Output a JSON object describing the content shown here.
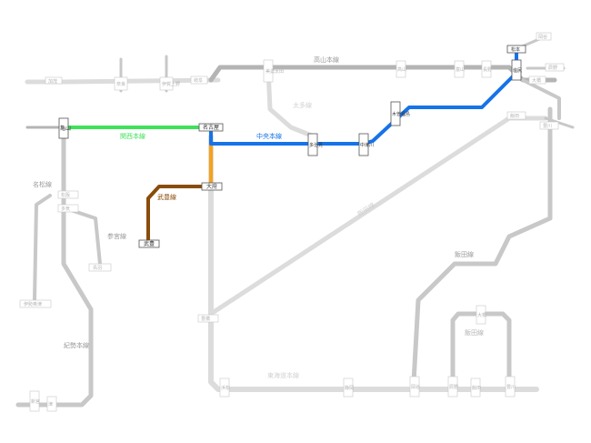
{
  "colors": {
    "highlight_kansai": "#3fe05a",
    "highlight_chuo": "#1673e8",
    "highlight_taketoyo": "#8a4c0b",
    "highlight_kanjo_link": "#f5a31a",
    "base_dark": "#b4b4b4",
    "base_light": "#dcdcdc",
    "station_border_active": "#555555",
    "station_border_inactive": "#c8c8c8"
  },
  "lines": {
    "kansai": "関西本線",
    "chuo": "中央本線",
    "taketoyo": "武豊線",
    "takayama": "高山本線",
    "taita": "太多線",
    "meisho": "名松線",
    "sangu": "参宮線",
    "kisei": "紀勢本線",
    "tokaido": "東海道本線",
    "iida": "飯田線",
    "iida_sub": "飯田線",
    "iino": "飯田線"
  },
  "stations": {
    "kameyama": "亀山",
    "nagoya": "名古屋",
    "ofu": "大府",
    "taketoyo": "武豊",
    "tajimi": "多治見",
    "nakatsugawa": "中津川",
    "kiso_fukushima": "木曽福島",
    "shiojiri": "塩尻",
    "matsumoto": "松本"
  },
  "inactive_labels": {
    "kamo": "加茂",
    "nara": "奈良",
    "iga_ueno": "伊賀上野",
    "gifu": "岐阜",
    "mino_ota": "美濃太田",
    "takayama_sta": "高山",
    "toyama": "富山",
    "nagano": "長野",
    "toyohashi": "豊橋",
    "hamamatsu": "浜松",
    "shizuoka": "静岡",
    "matsusaka": "松阪",
    "taki": "多気",
    "toba": "鳥羽",
    "ise_okitsu": "伊勢奥津",
    "shingu": "新宮",
    "tsu": "津",
    "okaya": "岡谷",
    "tatsuno": "辰野",
    "iida_sta": "飯田",
    "toyokawa": "豊川",
    "ohashi": "大橋"
  }
}
